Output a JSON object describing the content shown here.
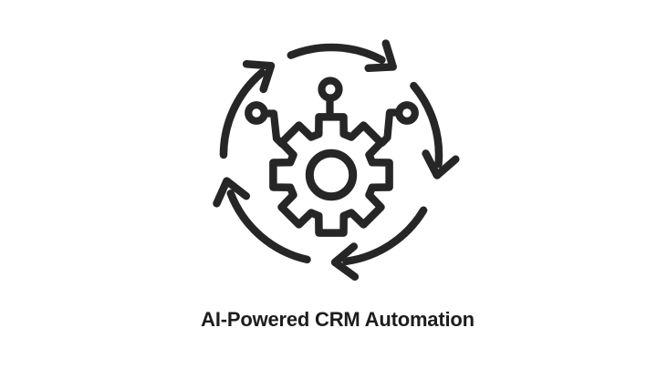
{
  "canvas": {
    "background": "#ffffff"
  },
  "illustration": {
    "icon_name": "crm-automation-cycle-icon",
    "stroke_color": "#262626",
    "arrow_count": 5,
    "rotation_direction": "clockwise",
    "parts": [
      "rotation-arrows",
      "gear",
      "hub-ring",
      "top-circuit-node",
      "left-circuit-node",
      "right-circuit-node"
    ]
  },
  "caption": {
    "text": "AI-Powered CRM Automation",
    "color": "#1d1d1d"
  }
}
